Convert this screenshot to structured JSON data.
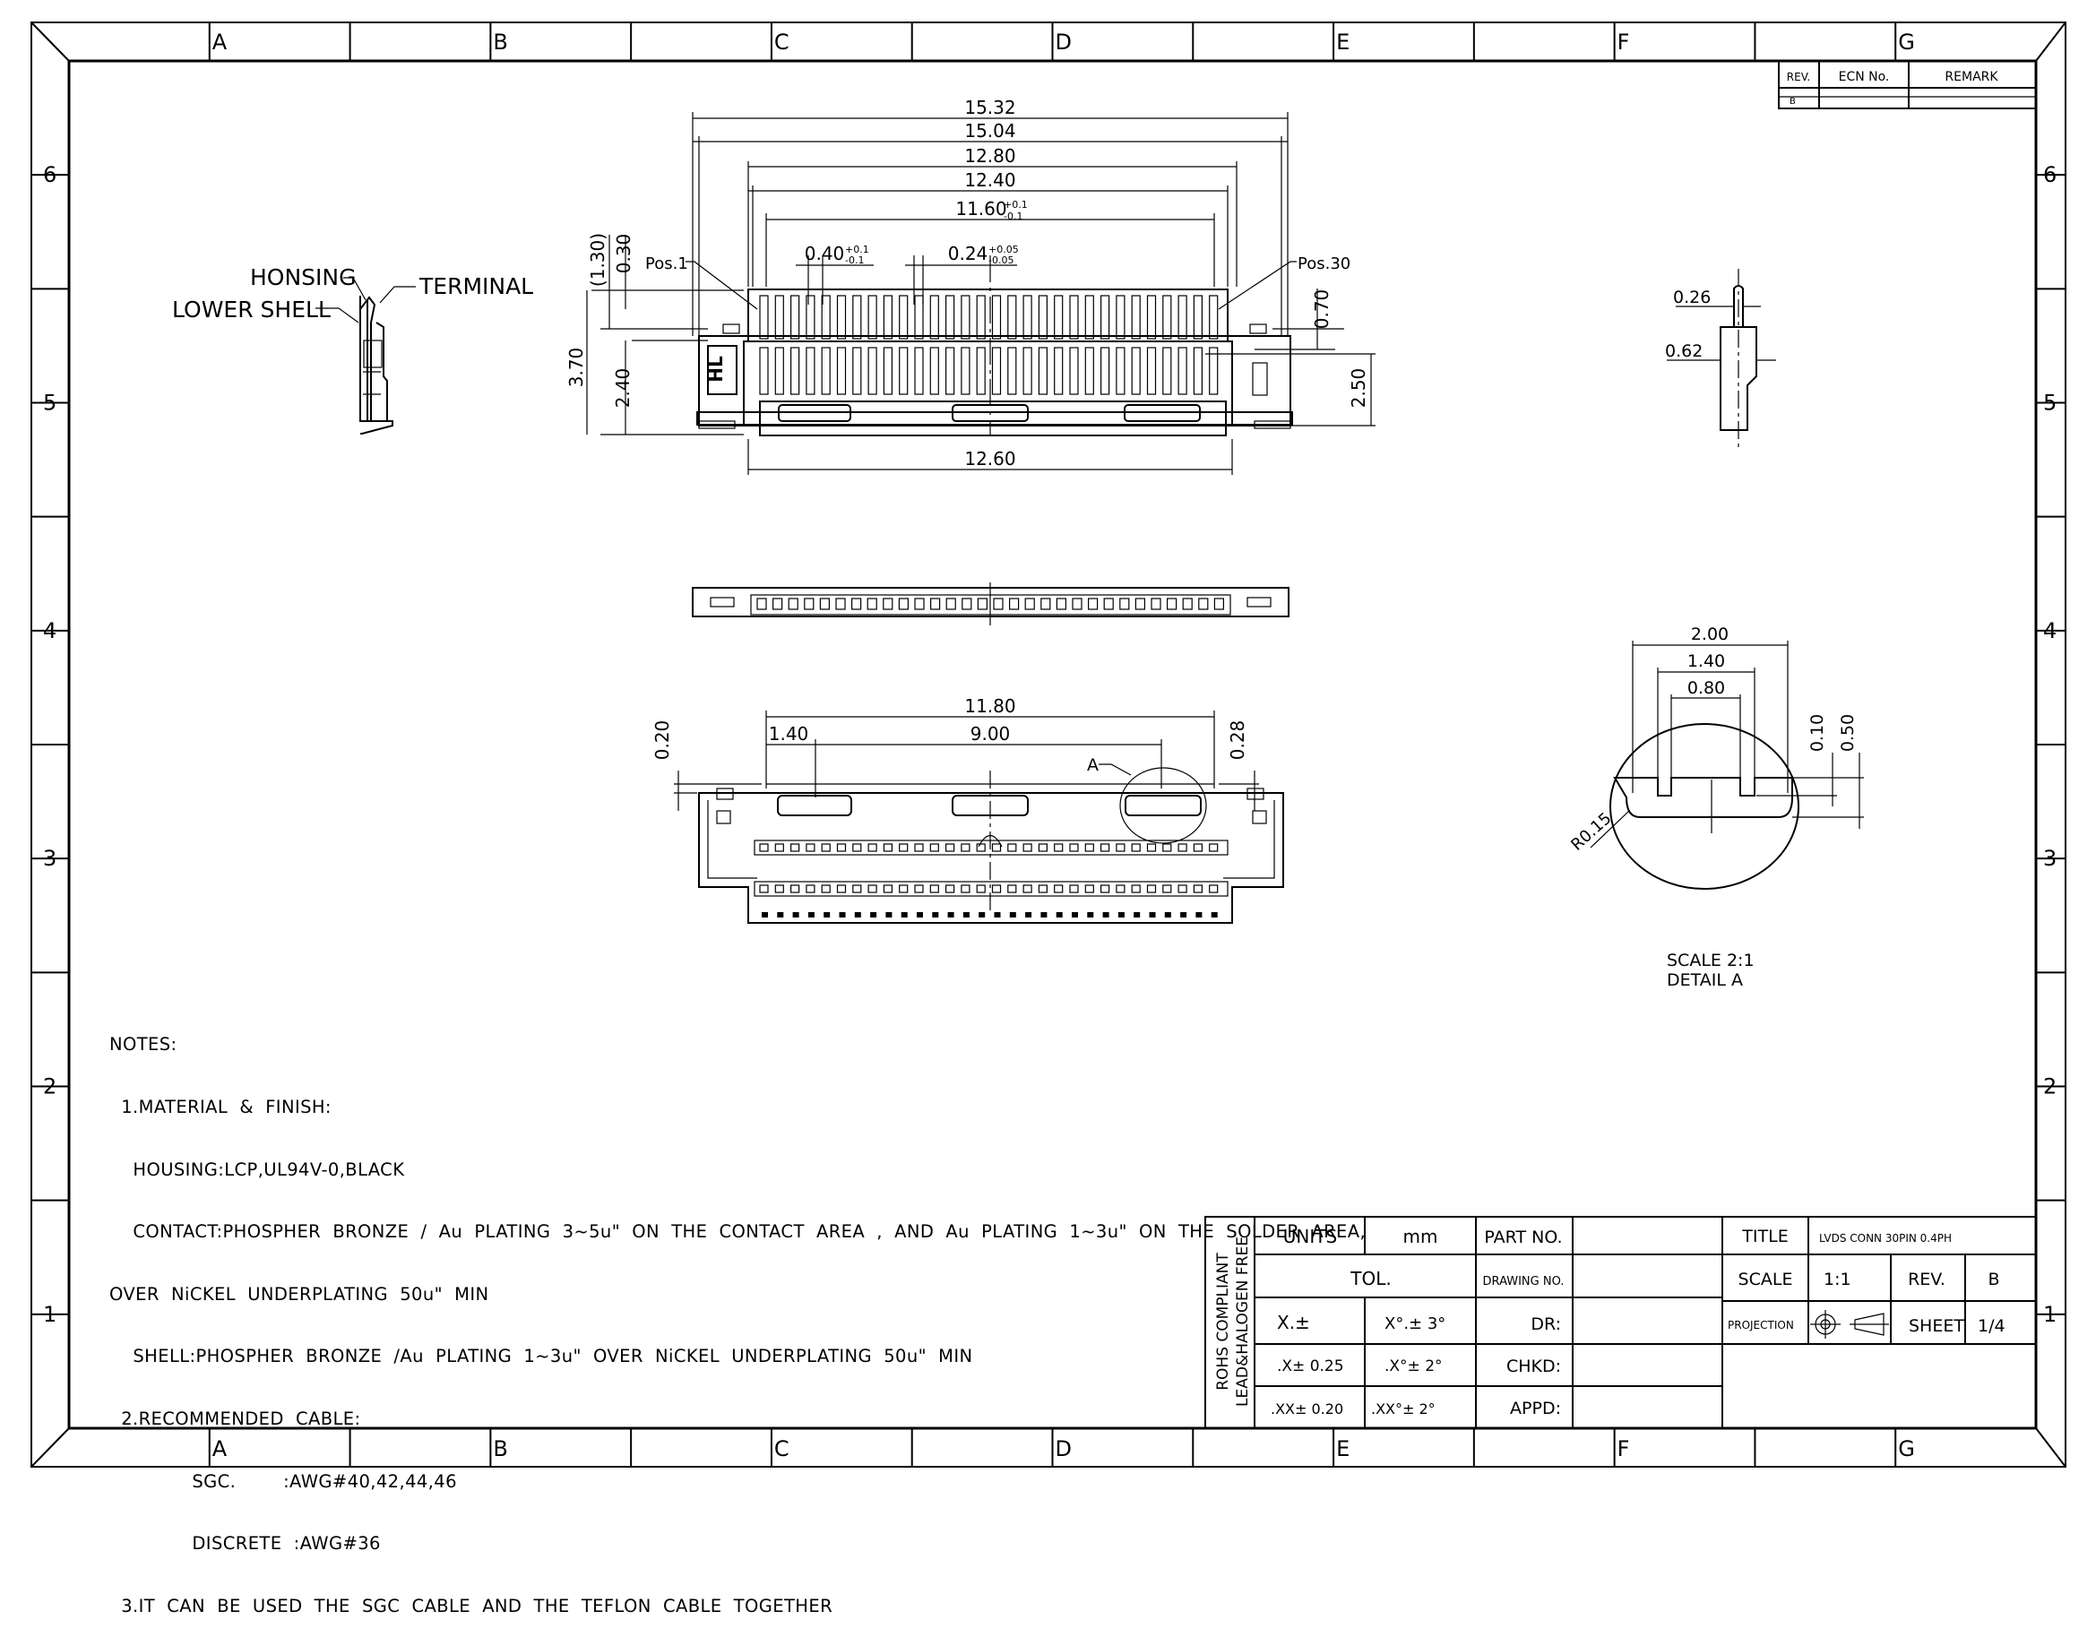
{
  "grid": {
    "columns": [
      "A",
      "B",
      "C",
      "D",
      "E",
      "F",
      "G"
    ],
    "rows": [
      "6",
      "5",
      "4",
      "3",
      "2",
      "1"
    ]
  },
  "revision_block": {
    "rev_header": "REV.",
    "ecn_header": "ECN No.",
    "remark_header": "REMARK",
    "rev_value": "B"
  },
  "side_view": {
    "housing": "HONSING",
    "terminal": "TERMINAL",
    "lower_shell": "LOWER SHELL"
  },
  "top_view": {
    "dims": {
      "w1532": "15.32",
      "w1504": "15.04",
      "w1280": "12.80",
      "w1240": "12.40",
      "w1160": "11.60",
      "pitch": "0.40",
      "contact": "0.24",
      "h130": "(1.30)",
      "h030": "0.30",
      "h370": "3.70",
      "h240": "2.40",
      "h070": "0.70",
      "h250": "2.50",
      "w1260": "12.60"
    },
    "tol_pitch_plus": "+0.1",
    "tol_pitch_minus": "-0.1",
    "tol_contact_plus": "+0.05",
    "tol_contact_minus": "-0.05",
    "tol_1160_plus": "+0.1",
    "tol_1160_minus": "-0.1",
    "pos1": "Pos.1",
    "pos30": "Pos.30",
    "marking": "HL"
  },
  "terminal_detail": {
    "d026": "0.26",
    "d062": "0.62"
  },
  "bottom_view": {
    "d1180": "11.80",
    "d140": "1.40",
    "d900": "9.00",
    "d020": "0.20",
    "d028": "0.28",
    "callout": "A"
  },
  "detail_a": {
    "d200": "2.00",
    "d140": "1.40",
    "d080": "0.80",
    "d010": "0.10",
    "d050": "0.50",
    "radius": "R0.15",
    "scale": "SCALE 2:1",
    "title": "DETAIL A"
  },
  "notes": [
    "NOTES:",
    "  1.MATERIAL  &  FINISH:",
    "    HOUSING:LCP,UL94V-0,BLACK",
    "    CONTACT:PHOSPHER  BRONZE  /  Au  PLATING  3~5u\"  ON  THE  CONTACT  AREA  ,  AND  Au  PLATING  1~3u\"  ON  THE  SOLDER  AREA,",
    "OVER  NiCKEL  UNDERPLATING  50u\"  MIN",
    "    SHELL:PHOSPHER  BRONZE  /Au  PLATING  1~3u\"  OVER  NiCKEL  UNDERPLATING  50u\"  MIN",
    "  2.RECOMMENDED  CABLE:",
    "              SGC.        :AWG#40,42,44,46",
    "              DISCRETE  :AWG#36",
    "  3.IT  CAN  BE  USED  THE  SGC  CABLE  AND  THE  TEFLON  CABLE  TOGETHER"
  ],
  "title_block": {
    "rohs": "ROHS COMPLIANT",
    "halogen": "LEAD&HALOGEN FREE",
    "units_label": "UNITS",
    "units_value": "mm",
    "tol_label": "TOL.",
    "tol_x": "X.±",
    "tol_x_ang": "X°.± 3°",
    "tol_x1": ".X± 0.25",
    "tol_x1_ang": ".X°± 2°",
    "tol_x2": ".XX± 0.20",
    "tol_x2_ang": ".XX°± 2°",
    "part_no_label": "PART NO.",
    "drawing_no_label": "DRAWING NO.",
    "dr_label": "DR:",
    "chkd_label": "CHKD:",
    "appd_label": "APPD:",
    "title_label": "TITLE",
    "title_value": "LVDS CONN 30PIN 0.4PH",
    "scale_label": "SCALE",
    "scale_value": "1:1",
    "rev_label": "REV.",
    "rev_value": "B",
    "projection_label": "PROJECTION",
    "sheet_label": "SHEET",
    "sheet_value": "1/4"
  }
}
